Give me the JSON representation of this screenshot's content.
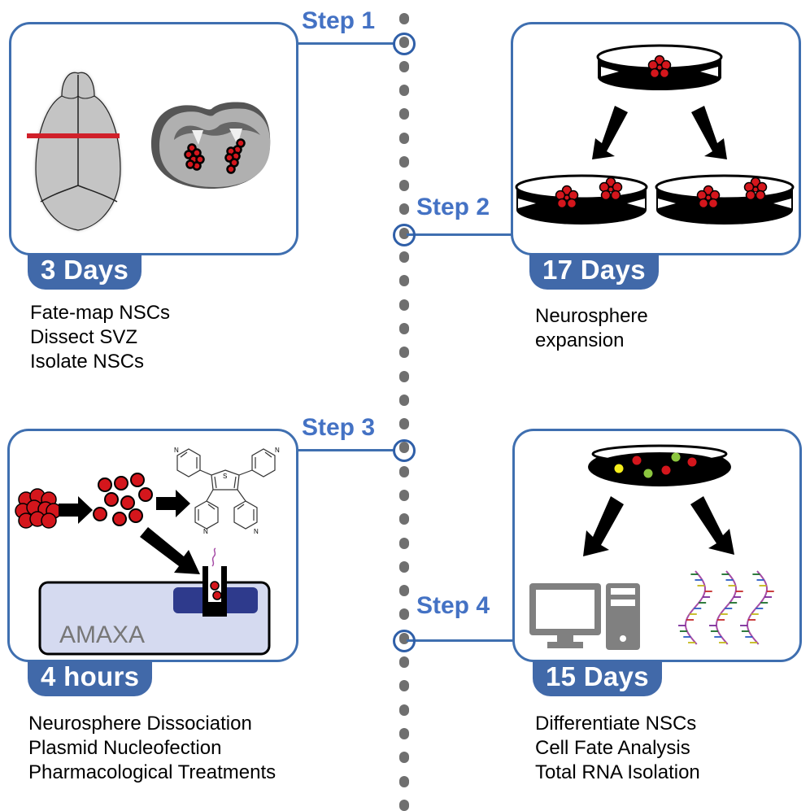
{
  "timeline": {
    "dot_color": "#6f6f6f",
    "accent": "#4472c4"
  },
  "steps": [
    {
      "label": "Step 1",
      "duration": "3 Days",
      "tasks": [
        "Fate-map NSCs",
        "Dissect SVZ",
        "Isolate NSCs"
      ],
      "illustration": [
        "mouse-brain-dorsal-view",
        "coronal-brain-slice"
      ]
    },
    {
      "label": "Step 2",
      "duration": "17 Days",
      "tasks": [
        "Neurosphere",
        "expansion"
      ],
      "illustration": [
        "petri-dish-neurosphere",
        "split-arrows",
        "two-petri-dishes"
      ]
    },
    {
      "label": "Step 3",
      "duration": "4 hours",
      "tasks": [
        "Neurosphere Dissociation",
        "Plasmid Nucleofection",
        "Pharmacological Treatments"
      ],
      "illustration": [
        "cell-cluster",
        "dissociated-cells",
        "chemical-structure",
        "amaxa-device"
      ],
      "device_label": "AMAXA",
      "chem_atoms": {
        "S": "S",
        "N": "N"
      }
    },
    {
      "label": "Step 4",
      "duration": "15 Days",
      "tasks": [
        "Differentiate NSCs",
        "Cell Fate Analysis",
        "Total RNA Isolation"
      ],
      "illustration": [
        "petri-dish-differentiated-cells",
        "computer",
        "rna-helices"
      ]
    }
  ],
  "colors": {
    "box_border": "#3f6fb0",
    "badge_fill": "#4169a9",
    "cell_red": "#d4161c",
    "cell_green": "#8cc63f",
    "cell_yellow": "#f5ee1c",
    "amaxa_body": "#d5daf0",
    "amaxa_slot": "#2e3a8c",
    "computer_gray": "#808080",
    "brain_gray": "#c4c4c4"
  }
}
